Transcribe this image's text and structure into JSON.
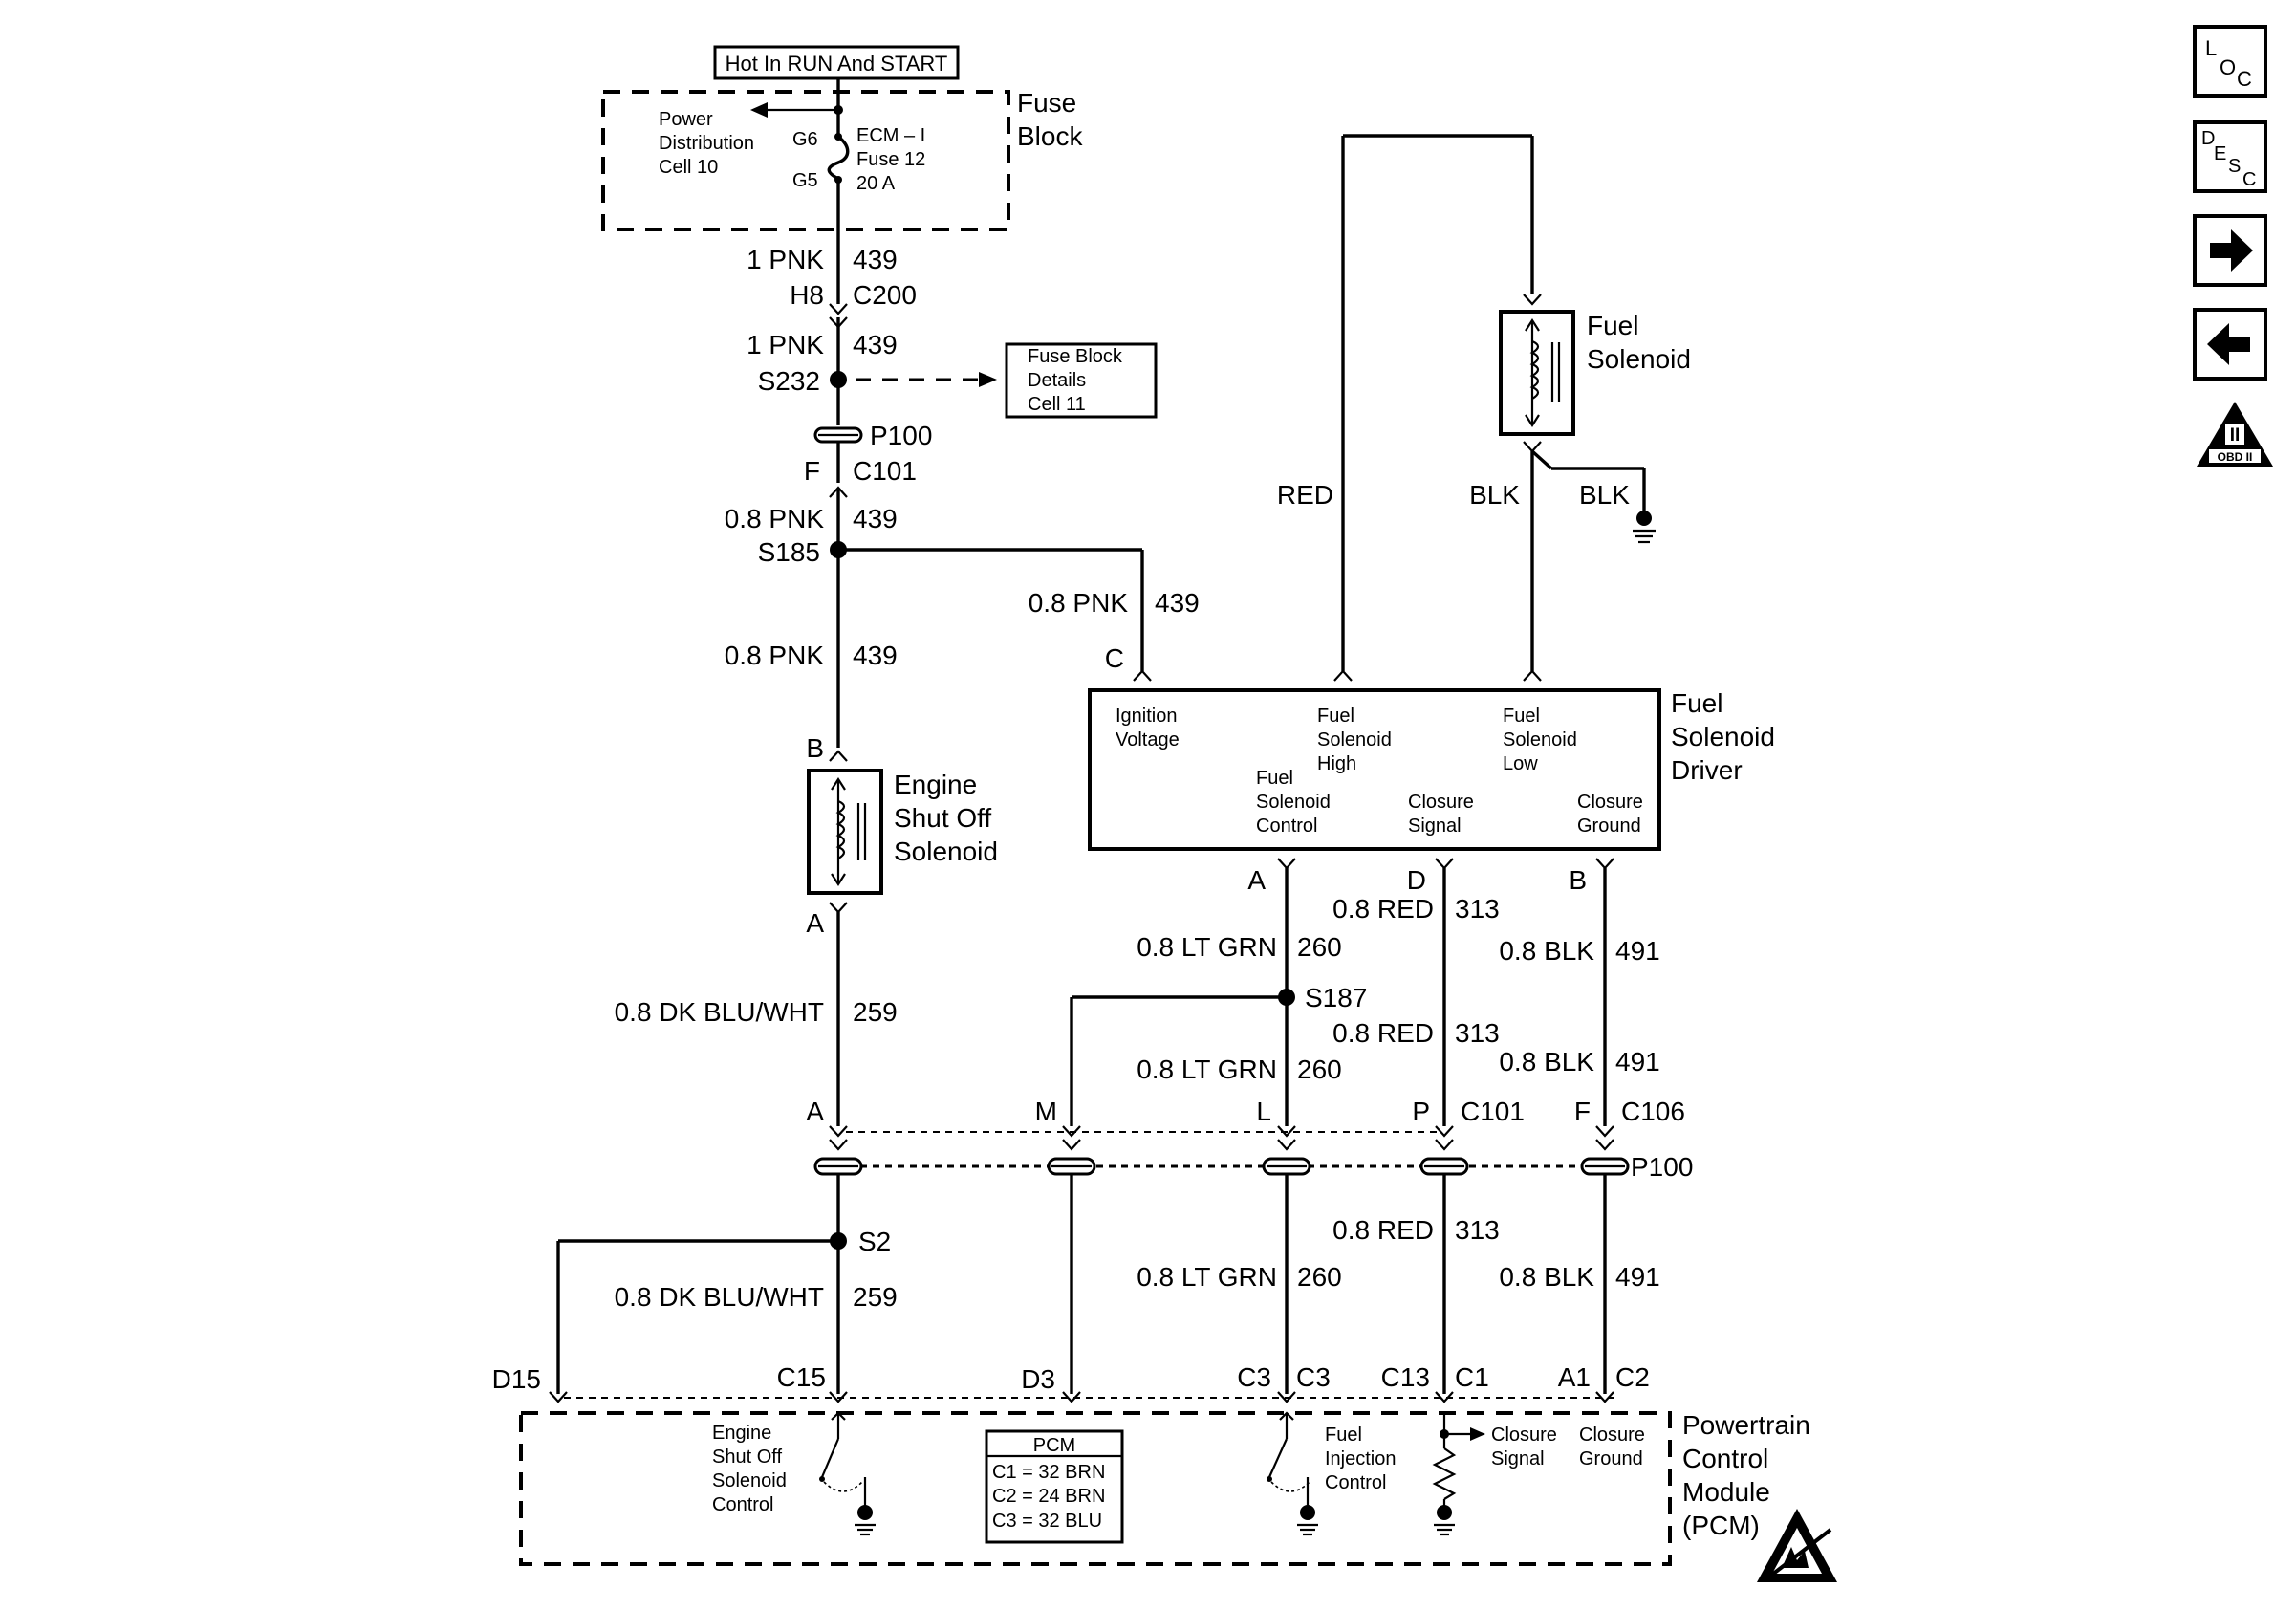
{
  "header": {
    "hot_in": "Hot In RUN And START"
  },
  "fuse_block": {
    "title1": "Fuse",
    "title2": "Block",
    "pdc1": "Power",
    "pdc2": "Distribution",
    "pdc3": "Cell 10",
    "g6": "G6",
    "g5": "G5",
    "fuse1": "ECM – I",
    "fuse2": "Fuse 12",
    "fuse3": "20 A"
  },
  "fuse_details": {
    "line1": "Fuse Block",
    "line2": "Details",
    "line3": "Cell 11"
  },
  "wires": {
    "w1_gauge": "1 PNK",
    "w1_circuit": "439",
    "h8": "H8",
    "c200": "C200",
    "w2_gauge": "1 PNK",
    "w2_circuit": "439",
    "s232": "S232",
    "p100_top": "P100",
    "f_top": "F",
    "c101_top": "C101",
    "w3_gauge": "0.8 PNK",
    "w3_circuit": "439",
    "s185": "S185",
    "w4_gauge": "0.8 PNK",
    "w4_circuit": "439",
    "w5_gauge": "0.8 PNK",
    "w5_circuit": "439",
    "pin_c": "C",
    "pin_b_eso": "B",
    "pin_a_eso": "A",
    "w6_gauge": "0.8 DK BLU/WHT",
    "w6_circuit": "259",
    "red_top": "RED",
    "blk_top1": "BLK",
    "blk_top2": "BLK",
    "pin_a_drv": "A",
    "pin_d_drv": "D",
    "pin_b_drv": "B",
    "w7_gauge": "0.8 RED",
    "w7_circuit": "313",
    "w8_gauge": "0.8 LT GRN",
    "w8_circuit": "260",
    "w9_gauge": "0.8 BLK",
    "w9_circuit": "491",
    "s187": "S187",
    "w10_gauge": "0.8 RED",
    "w10_circuit": "313",
    "w11_gauge": "0.8 LT GRN",
    "w11_circuit": "260",
    "w12_gauge": "0.8 BLK",
    "w12_circuit": "491",
    "c_a": "A",
    "c_m": "M",
    "c_l": "L",
    "c_p": "P",
    "c_c101": "C101",
    "c_f": "F",
    "c_c106": "C106",
    "p100_bottom": "P100",
    "s2": "S2",
    "w13_gauge": "0.8 DK BLU/WHT",
    "w13_circuit": "259",
    "w14_gauge": "0.8 RED",
    "w14_circuit": "313",
    "w15_gauge": "0.8 LT GRN",
    "w15_circuit": "260",
    "w16_gauge": "0.8 BLK",
    "w16_circuit": "491",
    "pin_d15": "D15",
    "pin_c15": "C15",
    "pin_d3": "D3",
    "pin_c3a": "C3",
    "pin_c3b": "C3",
    "pin_c13": "C13",
    "pin_c1": "C1",
    "pin_a1": "A1",
    "pin_c2": "C2"
  },
  "fuel_solenoid": {
    "title1": "Fuel",
    "title2": "Solenoid"
  },
  "eso": {
    "title1": "Engine",
    "title2": "Shut Off",
    "title3": "Solenoid"
  },
  "driver": {
    "title1": "Fuel",
    "title2": "Solenoid",
    "title3": "Driver",
    "ign1": "Ignition",
    "ign2": "Voltage",
    "fsh1": "Fuel",
    "fsh2": "Solenoid",
    "fsh3": "High",
    "fsl1": "Fuel",
    "fsl2": "Solenoid",
    "fsl3": "Low",
    "fsc1": "Fuel",
    "fsc2": "Solenoid",
    "fsc3": "Control",
    "cs1": "Closure",
    "cs2": "Signal",
    "cg1": "Closure",
    "cg2": "Ground"
  },
  "pcm": {
    "title1": "Powertrain",
    "title2": "Control",
    "title3": "Module",
    "title4": "(PCM)",
    "eso1": "Engine",
    "eso2": "Shut Off",
    "eso3": "Solenoid",
    "eso4": "Control",
    "box_title": "PCM",
    "row1": "C1 = 32 BRN",
    "row2": "C2 = 24 BRN",
    "row3": "C3 = 32 BLU",
    "fic1": "Fuel",
    "fic2": "Injection",
    "fic3": "Control",
    "cs1": "Closure",
    "cs2": "Signal",
    "cg1": "Closure",
    "cg2": "Ground"
  },
  "nav": {
    "loc_l": "L",
    "loc_o": "O",
    "loc_c": "C",
    "desc_d": "D",
    "desc_e": "E",
    "desc_s": "S",
    "desc_c": "C",
    "obd_roman": "II",
    "obd_label": "OBD II",
    "icons": [
      "location-icon",
      "description-icon",
      "next-arrow-icon",
      "previous-arrow-icon",
      "obd-ii-icon"
    ]
  }
}
